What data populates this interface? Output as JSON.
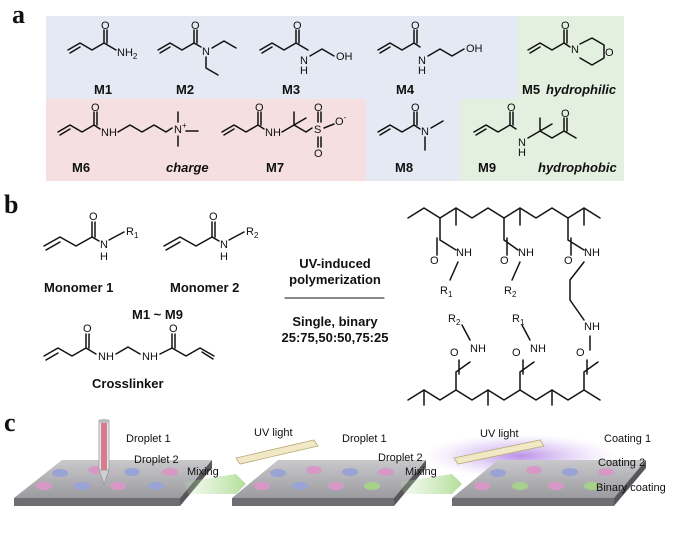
{
  "panels": {
    "a": "a",
    "b": "b",
    "c": "c"
  },
  "colors": {
    "blue": "#e4e9f3",
    "pink": "#f5dfe1",
    "green": "#e3f0df",
    "purple": "#c9a5e8",
    "arrow": "#bfe3a9"
  },
  "panel_a": {
    "monomers": [
      "M1",
      "M2",
      "M3",
      "M4",
      "M5",
      "M6",
      "M7",
      "M8",
      "M9"
    ],
    "hydrophilic": "hydrophilic",
    "charge": "charge",
    "hydrophobic": "hydrophobic"
  },
  "panel_b": {
    "monomer1": "Monomer 1",
    "monomer2": "Monomer 2",
    "range": "M1 ~ M9",
    "crosslinker": "Crosslinker",
    "arrow_top": "UV-induced polymerization",
    "arrow_bottom_1": "Single, binary",
    "arrow_bottom_2": "25:75,50:50,75:25"
  },
  "panel_c": {
    "droplet1": "Droplet 1",
    "droplet2": "Droplet 2",
    "mixing": "Mixing",
    "uv_light": "UV light",
    "coating1": "Coating 1",
    "coating2": "Coating 2",
    "binary_coating": "Binary coating"
  }
}
